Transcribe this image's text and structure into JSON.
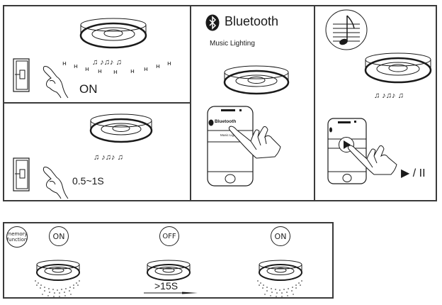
{
  "panels": {
    "switch_on": {
      "label": "ON"
    },
    "switch_toggle": {
      "label": "0.5~1S"
    },
    "bluetooth": {
      "title": "Bluetooth",
      "subtitle": "Music Lighting",
      "phone_title": "Bluetooth",
      "phone_item": "Music Lighting"
    },
    "music_player": {
      "play_pause_label": "▶ / II"
    }
  },
  "memory": {
    "badge": "memory\nfunction",
    "badge_line1": "memory",
    "badge_line2": "function",
    "step1": "ON",
    "step2": "OFF",
    "step3": "ON",
    "duration": ">15S"
  },
  "colors": {
    "line": "#1a1a1a",
    "frame": "#3a3a3a",
    "background": "#ffffff"
  }
}
